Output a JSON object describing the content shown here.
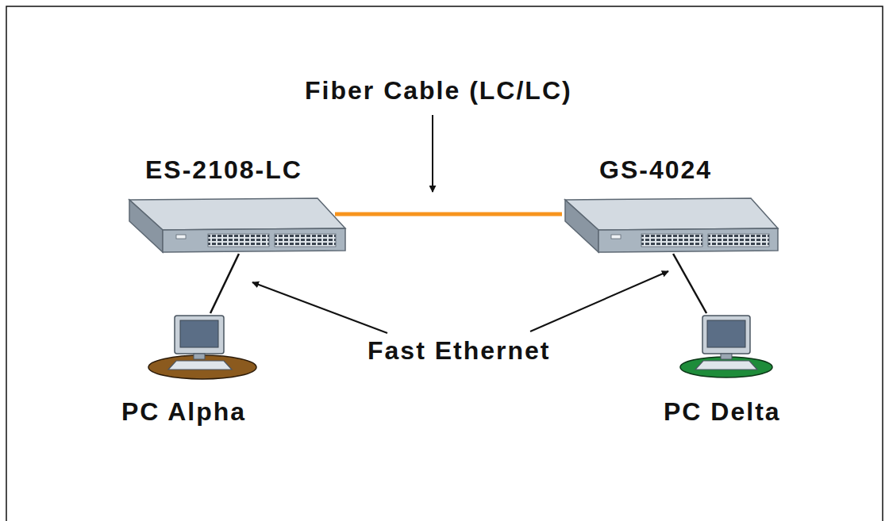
{
  "diagram": {
    "nodes": [
      {
        "text": [
          "ES-2108-LC"
        ]
      },
      {
        "text": [
          "GS-4024"
        ]
      },
      {
        "text": [
          "PC Alpha"
        ]
      },
      {
        "text": [
          "PC Delta"
        ]
      }
    ],
    "edges": [
      {
        "from": 0,
        "to": 1,
        "arrow": "none"
      },
      {
        "from": 0,
        "to": 2,
        "arrow": "none"
      },
      {
        "from": 1,
        "to": 3,
        "arrow": "none"
      }
    ],
    "labels": [
      "Fiber Cable (LC/LC)",
      "Fast Ethernet"
    ]
  }
}
